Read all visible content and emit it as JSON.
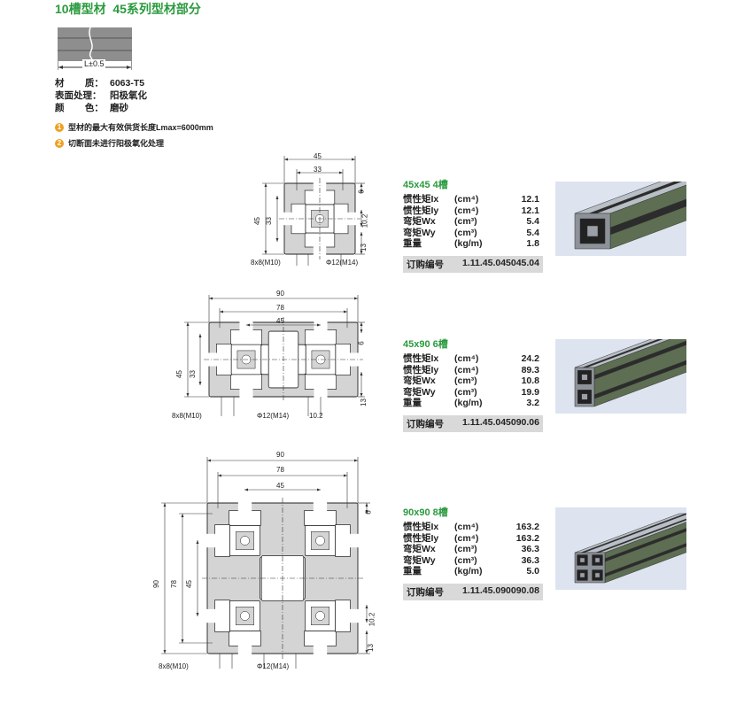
{
  "title": "10槽型材  45系列型材部分",
  "length_label": "L±0.5",
  "material": [
    {
      "key": "材        质：",
      "value": "6063-T5"
    },
    {
      "key": "表面处理：",
      "value": "阳极氧化"
    },
    {
      "key": "颜        色：",
      "value": "磨砂"
    }
  ],
  "notes": [
    {
      "num": "1",
      "text": "型材的最大有效供货长度Lmax=6000mm"
    },
    {
      "num": "2",
      "text": "切断面未进行阳极氧化处理"
    }
  ],
  "colors": {
    "accent": "#2a9a3e",
    "bullet": "#f0a020",
    "order_bg": "#d9d9d9"
  },
  "products": [
    {
      "name": "45x45 4槽",
      "specs": [
        {
          "label": "惯性矩Ix",
          "unit": "(cm⁴)",
          "value": "12.1"
        },
        {
          "label": "惯性矩Iy",
          "unit": "(cm⁴)",
          "value": "12.1"
        },
        {
          "label": "弯矩Wx",
          "unit": "(cm³)",
          "value": "5.4"
        },
        {
          "label": "弯矩Wy",
          "unit": "(cm³)",
          "value": "5.4"
        },
        {
          "label": "重量",
          "unit": "(kg/m)",
          "value": "1.8"
        }
      ],
      "order_label": "订购编号",
      "order_no": "1.11.45.045045.04",
      "dims": [
        "45",
        "33",
        "6",
        "10.2",
        "13",
        "45",
        "33",
        "8x8(M10)",
        "Φ12(M14)"
      ]
    },
    {
      "name": "45x90 6槽",
      "specs": [
        {
          "label": "惯性矩Ix",
          "unit": "(cm⁴)",
          "value": "24.2"
        },
        {
          "label": "惯性矩Iy",
          "unit": "(cm⁴)",
          "value": "89.3"
        },
        {
          "label": "弯矩Wx",
          "unit": "(cm³)",
          "value": "10.8"
        },
        {
          "label": "弯矩Wy",
          "unit": "(cm³)",
          "value": "19.9"
        },
        {
          "label": "重量",
          "unit": "(kg/m)",
          "value": "3.2"
        }
      ],
      "order_label": "订购编号",
      "order_no": "1.11.45.045090.06",
      "dims": [
        "90",
        "78",
        "45",
        "6",
        "13",
        "45",
        "33",
        "8x8(M10)",
        "Φ12(M14)",
        "10.2"
      ]
    },
    {
      "name": "90x90 8槽",
      "specs": [
        {
          "label": "惯性矩Ix",
          "unit": "(cm⁴)",
          "value": "163.2"
        },
        {
          "label": "惯性矩Iy",
          "unit": "(cm⁴)",
          "value": "163.2"
        },
        {
          "label": "弯矩Wx",
          "unit": "(cm³)",
          "value": "36.3"
        },
        {
          "label": "弯矩Wy",
          "unit": "(cm³)",
          "value": "36.3"
        },
        {
          "label": "重量",
          "unit": "(kg/m)",
          "value": "5.0"
        }
      ],
      "order_label": "订购编号",
      "order_no": "1.11.45.090090.08",
      "dims": [
        "90",
        "78",
        "45",
        "6",
        "10.2",
        "13",
        "90",
        "78",
        "45",
        "8x8(M10)",
        "Φ12(M14)"
      ]
    }
  ]
}
